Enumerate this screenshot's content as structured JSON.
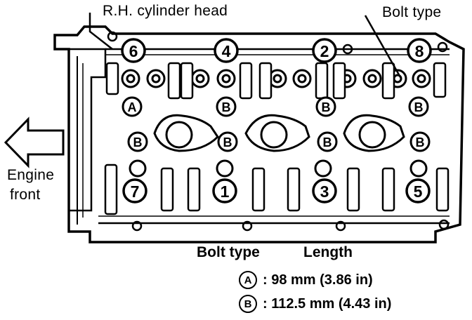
{
  "labels": {
    "rh_cylinder_head": "R.H. cylinder head",
    "bolt_type": "Bolt type",
    "engine_front_line1": "Engine",
    "engine_front_line2": "front"
  },
  "bolt_sequence": [
    "6",
    "4",
    "2",
    "8",
    "7",
    "1",
    "3",
    "5"
  ],
  "bolt_types_top_row": [
    "A",
    "B",
    "B",
    "B"
  ],
  "bolt_types_mid_row": [
    "B",
    "B",
    "B",
    "B"
  ],
  "legend": {
    "header_bolt_type": "Bolt type",
    "header_length": "Length",
    "rows": [
      {
        "type": "A",
        "text": ": 98 mm (3.86 in)"
      },
      {
        "type": "B",
        "text": ": 112.5 mm (4.43 in)"
      }
    ]
  }
}
